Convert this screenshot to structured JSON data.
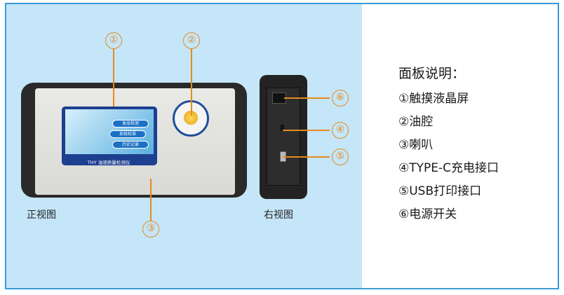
{
  "callouts": [
    "①",
    "②",
    "③",
    "④",
    "⑤",
    "⑥"
  ],
  "captions": {
    "front": "正视图",
    "right": "右视图"
  },
  "device_screen": {
    "menu": [
      "食品检测",
      "系统校准",
      "历史记录"
    ],
    "title": "THY 油液质量检测仪"
  },
  "legend": {
    "title": "面板说明：",
    "items": [
      "①触摸液晶屏",
      "②油腔",
      "③喇叭",
      "④TYPE-C充电接口",
      "⑤USB打印接口",
      "⑥电源开关"
    ]
  },
  "colors": {
    "frame": "#3a9ad9",
    "panel_bg": "#c5e6f8",
    "callout": "#e58a1f"
  }
}
